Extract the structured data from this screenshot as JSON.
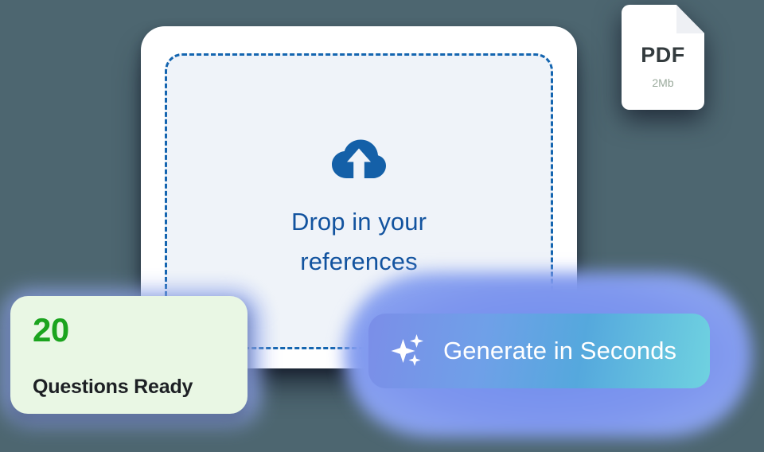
{
  "background_color": "#4d6670",
  "upload_card": {
    "dropzone": {
      "icon": "cloud-upload-icon",
      "heading_line1": "Drop in your",
      "heading_line2": "references",
      "text_color": "#12539f",
      "border_color": "#1465b0",
      "fill_color": "#eff3f9"
    }
  },
  "file_chip": {
    "icon": "pdf-file-icon",
    "type_label": "PDF",
    "size_label": "2Mb",
    "type_color": "#333b3e",
    "size_color": "#9aaa9c"
  },
  "stat_card": {
    "value": "20",
    "label": "Questions Ready",
    "value_color": "#1ba41e",
    "background_color": "#e9f7e4"
  },
  "generate_button": {
    "icon": "sparkles-icon",
    "label": "Generate in Seconds",
    "gradient_start": "#7b8ee8",
    "gradient_end": "#6fd2e0",
    "glow_color": "#7e96ee"
  }
}
